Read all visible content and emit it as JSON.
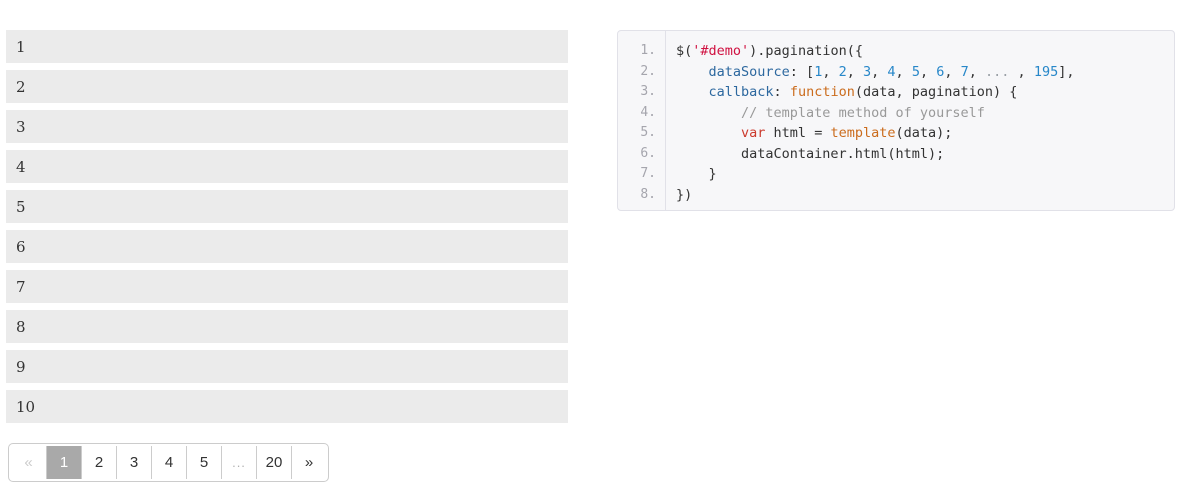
{
  "demo_list": {
    "items": [
      "1",
      "2",
      "3",
      "4",
      "5",
      "6",
      "7",
      "8",
      "9",
      "10"
    ]
  },
  "pagination": {
    "buttons": [
      {
        "label": "«",
        "name": "prev",
        "state": "disabled"
      },
      {
        "label": "1",
        "name": "page-1",
        "state": "active"
      },
      {
        "label": "2",
        "name": "page-2",
        "state": "normal"
      },
      {
        "label": "3",
        "name": "page-3",
        "state": "normal"
      },
      {
        "label": "4",
        "name": "page-4",
        "state": "normal"
      },
      {
        "label": "5",
        "name": "page-5",
        "state": "normal"
      },
      {
        "label": "...",
        "name": "ellipsis",
        "state": "ellipsis"
      },
      {
        "label": "20",
        "name": "page-20",
        "state": "normal"
      },
      {
        "label": "»",
        "name": "next",
        "state": "normal"
      }
    ],
    "active_page": "1",
    "total_pages": "20"
  },
  "code_block": {
    "line_numbers": [
      "1.",
      "2.",
      "3.",
      "4.",
      "5.",
      "6.",
      "7.",
      "8."
    ],
    "token_colors": {
      "p": "#333333",
      "s": "#d01040",
      "a": "#2d689f",
      "n": "#2787c9",
      "k": "#cc3b2e",
      "f": "#cb6c1d",
      "c": "#999999",
      "g": "#9aa0a6"
    },
    "lines": [
      [
        [
          "p",
          "$("
        ],
        [
          "s",
          "'#demo'"
        ],
        [
          "p",
          ").pagination({"
        ]
      ],
      [
        [
          "p",
          "    "
        ],
        [
          "a",
          "dataSource"
        ],
        [
          "p",
          ": ["
        ],
        [
          "n",
          "1"
        ],
        [
          "p",
          ", "
        ],
        [
          "n",
          "2"
        ],
        [
          "p",
          ", "
        ],
        [
          "n",
          "3"
        ],
        [
          "p",
          ", "
        ],
        [
          "n",
          "4"
        ],
        [
          "p",
          ", "
        ],
        [
          "n",
          "5"
        ],
        [
          "p",
          ", "
        ],
        [
          "n",
          "6"
        ],
        [
          "p",
          ", "
        ],
        [
          "n",
          "7"
        ],
        [
          "p",
          ", "
        ],
        [
          "g",
          "..."
        ],
        [
          "p",
          " , "
        ],
        [
          "n",
          "195"
        ],
        [
          "p",
          "],"
        ]
      ],
      [
        [
          "p",
          "    "
        ],
        [
          "a",
          "callback"
        ],
        [
          "p",
          ": "
        ],
        [
          "f",
          "function"
        ],
        [
          "p",
          "(data, pagination) {"
        ]
      ],
      [
        [
          "p",
          "        "
        ],
        [
          "c",
          "// template method of yourself"
        ]
      ],
      [
        [
          "p",
          "        "
        ],
        [
          "k",
          "var"
        ],
        [
          "p",
          " html = "
        ],
        [
          "f",
          "template"
        ],
        [
          "p",
          "(data);"
        ]
      ],
      [
        [
          "p",
          "        dataContainer.html(html);"
        ]
      ],
      [
        [
          "p",
          "    }"
        ]
      ],
      [
        [
          "p",
          "})"
        ]
      ]
    ]
  },
  "colors": {
    "list_row_bg": "#ebebeb",
    "pagination_active_bg": "#a9a9a9",
    "pagination_border": "#cccccc",
    "code_bg": "#f7f7f9",
    "code_border": "#e1e1e8",
    "line_number_color": "#a5a5ad"
  }
}
